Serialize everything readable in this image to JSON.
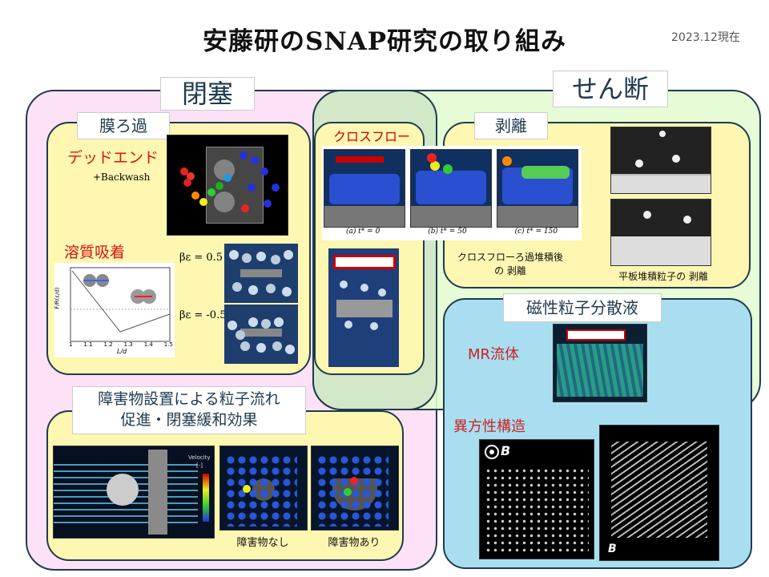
{
  "header": {
    "title": "安藤研のSNAP研究の取り組み",
    "date": "2023.12現在"
  },
  "sections": {
    "heisoku": {
      "label": "閉塞",
      "membrane": {
        "label": "膜ろ過",
        "deadend": "デッドエンド",
        "backwash": "+Backwash",
        "adsorption": "溶質吸着",
        "beta_pos": "βε = 0.5",
        "beta_neg": "βε = -0.5",
        "graph_xlabel": "L/d",
        "graph_ylabel": "F/R(ε/d)",
        "graph_ticks": [
          "1",
          "1.1",
          "1.2",
          "1.3",
          "1.4",
          "1.5"
        ]
      },
      "crossflow": {
        "label": "クロスフロー",
        "sub_captions": [
          "(a) t* = 0",
          "(b) t* = 50",
          "(c) t* = 150"
        ]
      },
      "obstacle": {
        "label_line1": "障害物設置による粒子流れ",
        "label_line2": "促進・閉塞緩和効果",
        "caption_none": "障害物なし",
        "caption_with": "障害物あり",
        "colorbar_title": "Velocity",
        "colorbar_unit": "[-]"
      }
    },
    "shear": {
      "label": "せん断",
      "peeling": {
        "label": "剥離",
        "caption_left": "クロスフローろ過堆積後\nの 剥離",
        "caption_right": "平板堆積粒子の 剥離"
      }
    },
    "magnetic": {
      "label": "磁性粒子分散液",
      "mr_fluid": "MR流体",
      "anisotropic": "異方性構造",
      "b_label": "B",
      "b_label2": "B"
    }
  },
  "colors": {
    "pink_region": "#fde1f7",
    "green_region": "#e6fdd6",
    "yellow_box": "#fdf7b2",
    "cyan_box": "#a9def0",
    "border": "#1f3b4d",
    "red_text": "#dd1111"
  }
}
